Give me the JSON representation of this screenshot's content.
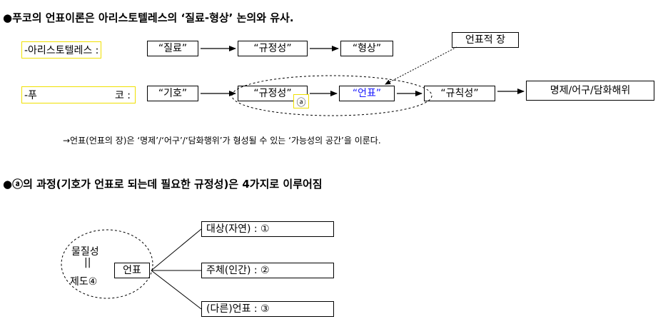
{
  "heading1": "●푸코의 언표이론은 아리스토텔레스의 ‘질료-형상’ 논의와 유사.",
  "row1": {
    "label": "-아리스토텔레스 :",
    "boxes": [
      "“질료”",
      "“규정성”",
      "“형상”"
    ]
  },
  "row2": {
    "label_left": "-푸",
    "label_right": "코 :",
    "boxes": [
      "“기호”",
      "“규정성”",
      "“언표”",
      "“규칙성”",
      "명제/어구/담화해위"
    ],
    "marker": "ⓐ"
  },
  "field_box": "언표적 장",
  "note": "→언표(언표의 장)은 ‘명제’/‘어구’/‘담화행위’가 형성될 수 있는 ‘가능성의 공간’을 이룬다.",
  "heading2": "●ⓐ의 과정(기호가 언표로 되는데 필요한 규정성)은 4가지로 이루어짐",
  "tree": {
    "ellipse_lines": [
      "물질성",
      "||",
      "제도④"
    ],
    "root": "언표",
    "branches": [
      "대상(자연) : ①",
      "주체(인간) : ②",
      "(다른)언표 : ③"
    ]
  },
  "colors": {
    "highlight_border": "#f0e000",
    "blue_text": "#1a1aff"
  }
}
